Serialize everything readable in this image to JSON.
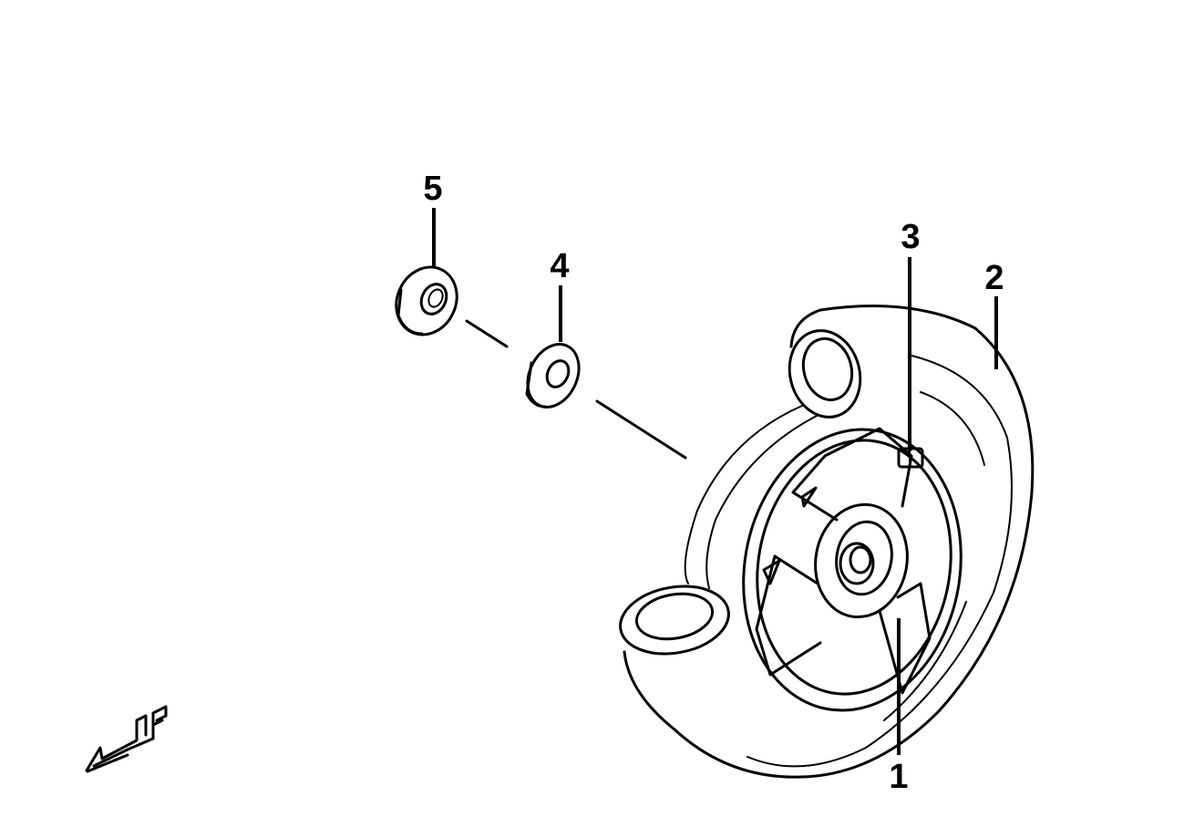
{
  "diagram": {
    "type": "exploded parts drawing",
    "callouts": [
      {
        "id": "1",
        "label": "1"
      },
      {
        "id": "2",
        "label": "2"
      },
      {
        "id": "3",
        "label": "3"
      },
      {
        "id": "4",
        "label": "4"
      },
      {
        "id": "5",
        "label": "5"
      }
    ],
    "direction_marker": "F",
    "colors": {
      "ink": "#000000",
      "background": "#ffffff"
    }
  }
}
